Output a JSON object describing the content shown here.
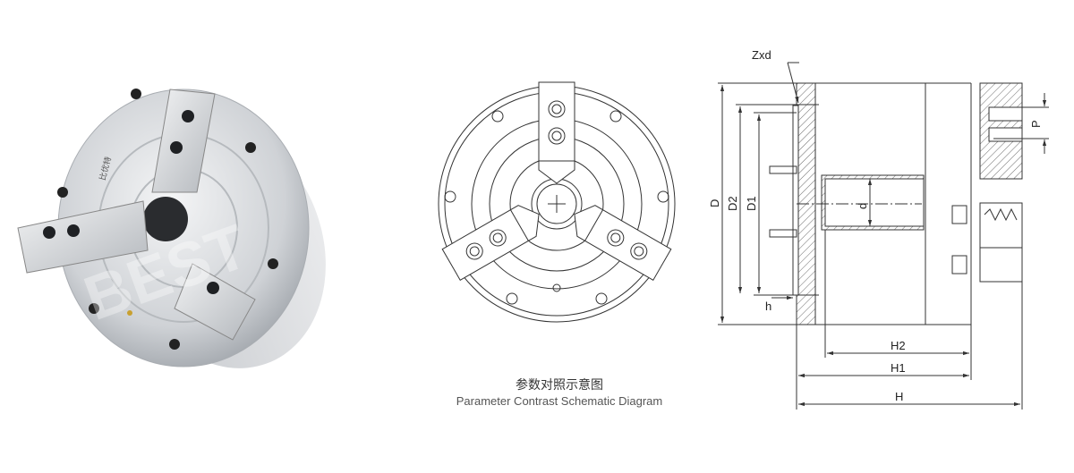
{
  "caption": {
    "chinese": "参数对照示意图",
    "english": "Parameter Contrast Schematic Diagram"
  },
  "photo": {
    "watermark": "BEST",
    "logo_text": "比优特"
  },
  "section_view": {
    "labels": {
      "zxd": "Zxd",
      "D": "D",
      "D2": "D2",
      "D1": "D1",
      "d": "d",
      "h": "h",
      "P": "P",
      "H2": "H2",
      "H1": "H1",
      "H": "H"
    }
  },
  "colors": {
    "line": "#333333",
    "metal_light": "#e6e8ea",
    "metal_dark": "#9da2a8"
  }
}
